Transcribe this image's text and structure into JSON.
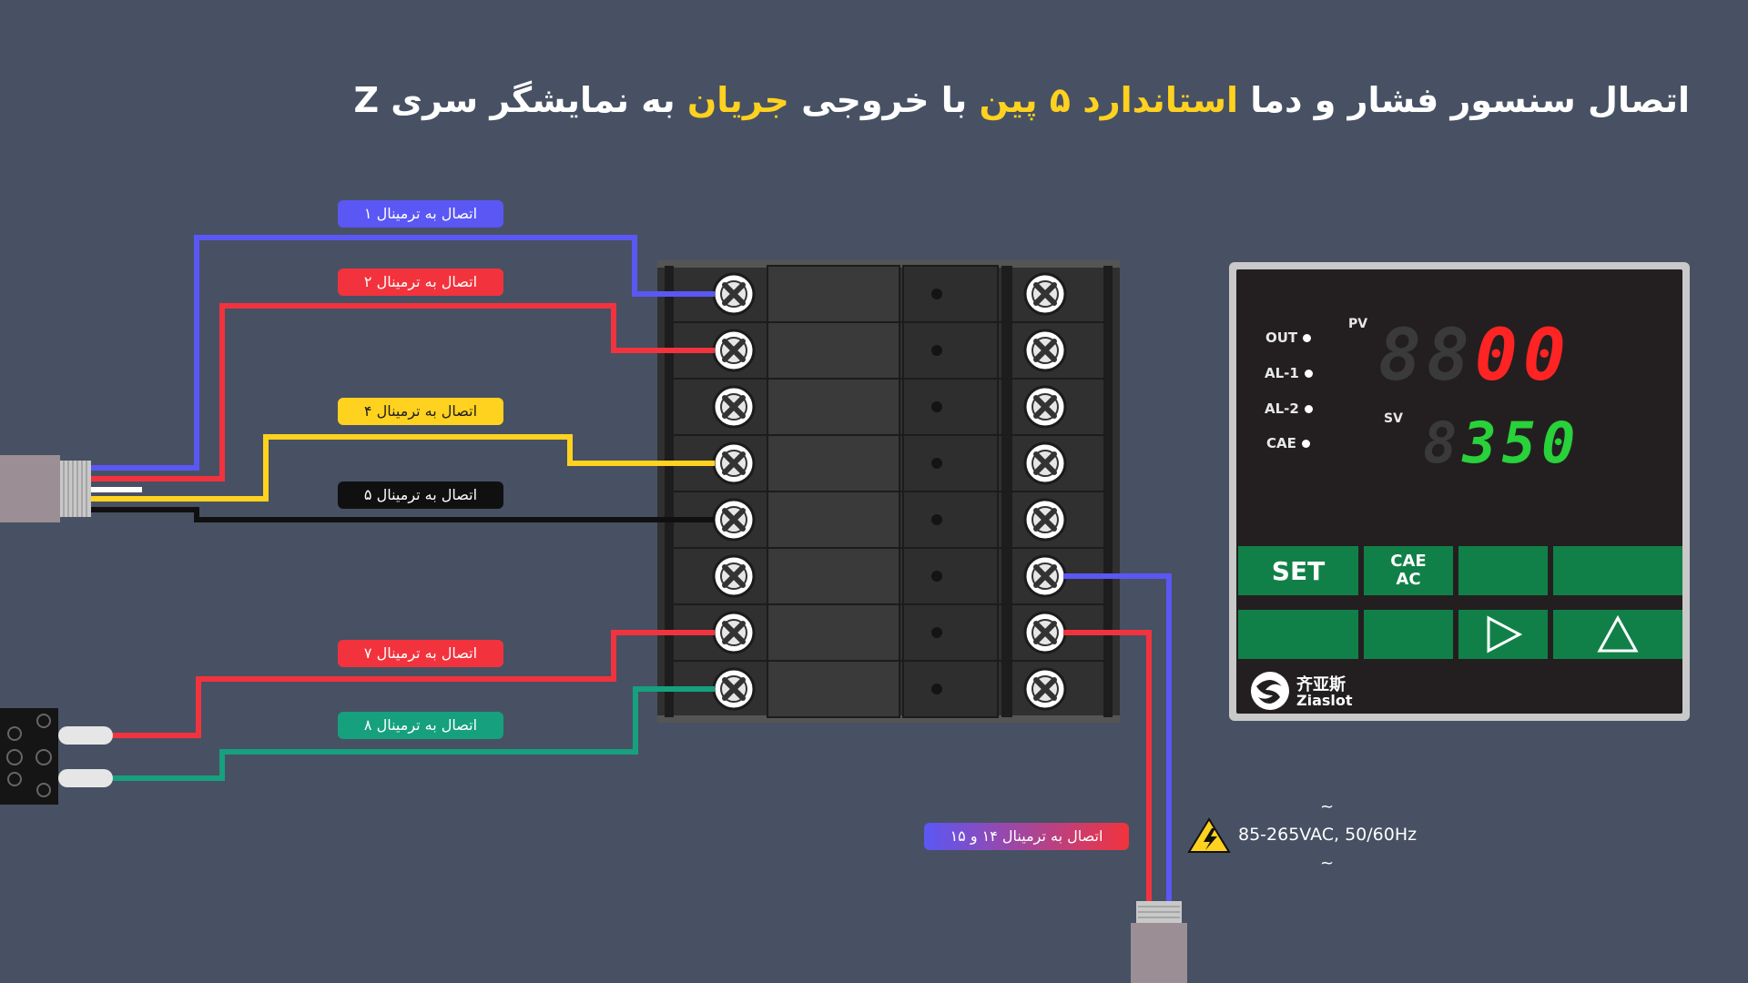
{
  "title": {
    "part1": "اتصال سنسور فشار و دما ",
    "part2": "استاندارد ۵ پین",
    "part3": " با خروجی ",
    "part4": "جریان",
    "part5": " به نمایشگر سری Z"
  },
  "labels": {
    "t1": "اتصال به ترمینال ۱",
    "t2": "اتصال به ترمینال ۲",
    "t4": "اتصال به ترمینال ۴",
    "t5": "اتصال به ترمینال ۵",
    "t7": "اتصال به ترمینال ۷",
    "t8": "اتصال به ترمینال ۸",
    "t1415": "اتصال به ترمینال ۱۴ و ۱۵"
  },
  "power": {
    "text": "85-265VAC, 50/60Hz",
    "tilde": "~"
  },
  "controller": {
    "indicators": [
      "OUT",
      "AL-1",
      "AL-2",
      "CAE"
    ],
    "pv_tag": "PV",
    "sv_tag": "SV",
    "pv_ghost": "88",
    "pv_value": "00",
    "sv_ghost": "8",
    "sv_value": "350",
    "set_label": "SET",
    "cae_top": "CAE",
    "cae_bottom": "AC",
    "brand_cn": "齐亚斯",
    "brand_en": "Ziaslot"
  },
  "colors": {
    "background": "#475163",
    "blue": "#5b57f5",
    "red": "#f2333d",
    "yellow": "#ffd21f",
    "black": "#101010",
    "green": "#16a07e",
    "button_green": "#118048"
  },
  "icons": [
    "high-voltage-icon",
    "screw-icon",
    "brand-logo-icon",
    "arrow-right-icon",
    "arrow-up-icon"
  ]
}
